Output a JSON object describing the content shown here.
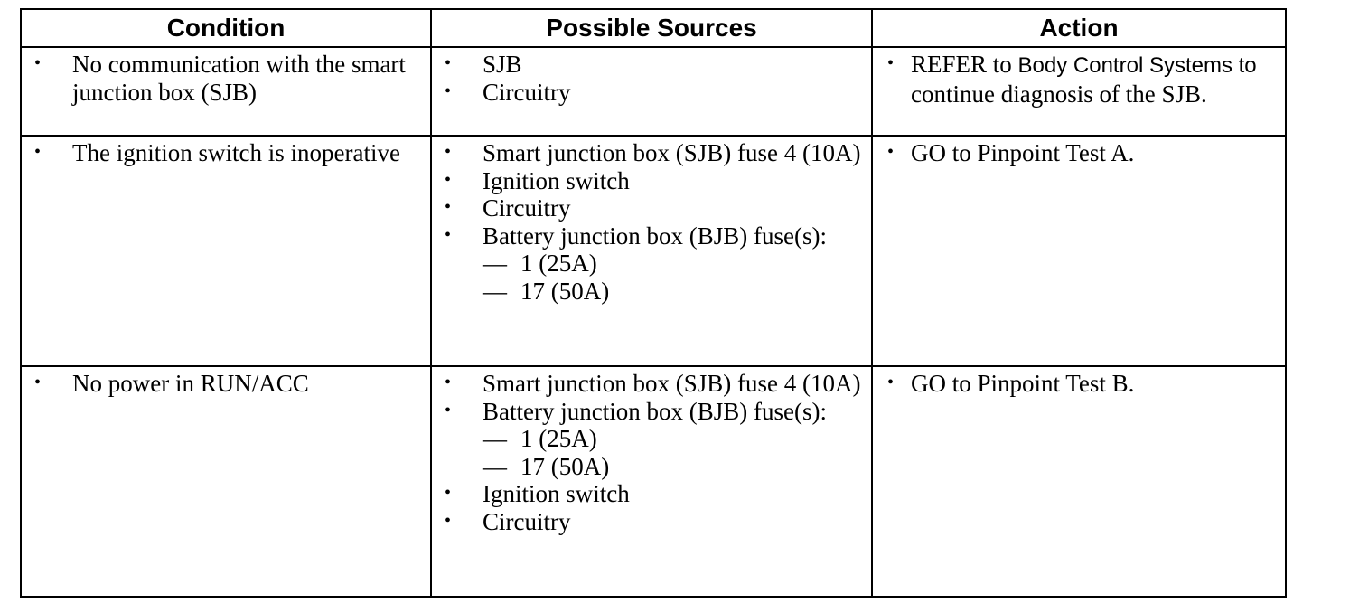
{
  "headers": {
    "condition": "Condition",
    "sources": "Possible Sources",
    "action": "Action"
  },
  "rows": [
    {
      "condition": "No communication with the smart junction box (SJB)",
      "sources": [
        "SJB",
        "Circuitry"
      ],
      "action": {
        "prefix": "REFER to",
        "link": "Body Control Systems to",
        "suffix": "continue diagnosis of the SJB."
      }
    },
    {
      "condition": "The ignition switch is inoperative",
      "sources": [
        "Smart junction box (SJB) fuse 4 (10A)",
        "Ignition switch",
        "Circuitry",
        "Battery junction box (BJB) fuse(s):"
      ],
      "subsources": [
        "1 (25A)",
        "17 (50A)"
      ],
      "action": "GO to Pinpoint Test A."
    },
    {
      "condition": "No power in RUN/ACC",
      "sources": [
        "Smart junction box (SJB) fuse 4 (10A)",
        "Battery junction box (BJB) fuse(s):",
        "Ignition switch",
        "Circuitry"
      ],
      "subsources": [
        "1 (25A)",
        "17 (50A)"
      ],
      "action": "GO to Pinpoint Test B."
    }
  ],
  "glyphs": {
    "bullet": "•",
    "dash": "—"
  }
}
